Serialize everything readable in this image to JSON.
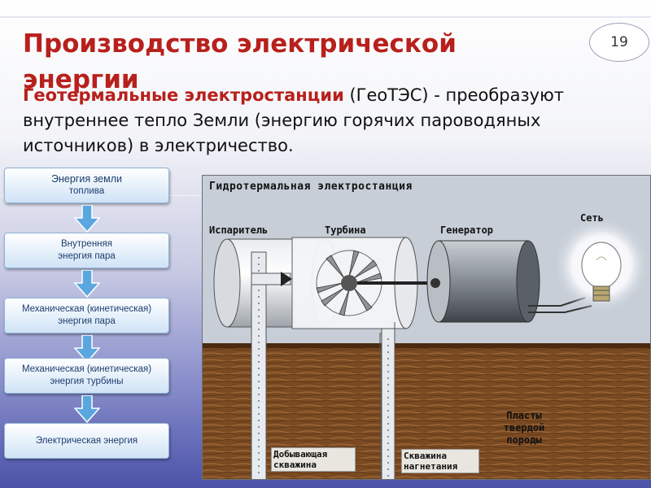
{
  "slide": {
    "title": "Производство электрической энергии",
    "number": "19"
  },
  "body": {
    "highlight": "Геотермальные электростанции",
    "text": " (ГеоТЭС) - преобразуют внутреннее тепло Земли (энергию горячих пароводяных источников) в электричество."
  },
  "flow": {
    "boxes": [
      {
        "line1": "Энергия земли",
        "line2": "топлива"
      },
      {
        "line1": "Внутренняя",
        "line2": "энергия пара"
      },
      {
        "line1": "Механическая (кинетическая)",
        "line2": "энергия пара"
      },
      {
        "line1": "Механическая (кинетическая)",
        "line2": "энергия турбины"
      },
      {
        "line1": "Электрическая энергия",
        "line2": ""
      }
    ]
  },
  "diagram": {
    "title": "Гидротермальная электростанция",
    "labels": {
      "evaporator": "Испаритель",
      "turbine": "Турбина",
      "generator": "Генератор",
      "grid": "Сеть",
      "strata": "Пласты твердой породы",
      "production_well": "Добывающая скважина",
      "injection_well": "Скважина нагнетания"
    }
  },
  "colors": {
    "title_red": "#b8201c",
    "flow_text": "#1d3d6e",
    "arrow_blue": "#5aa7e0",
    "ground_brown": "#7a4a22"
  }
}
